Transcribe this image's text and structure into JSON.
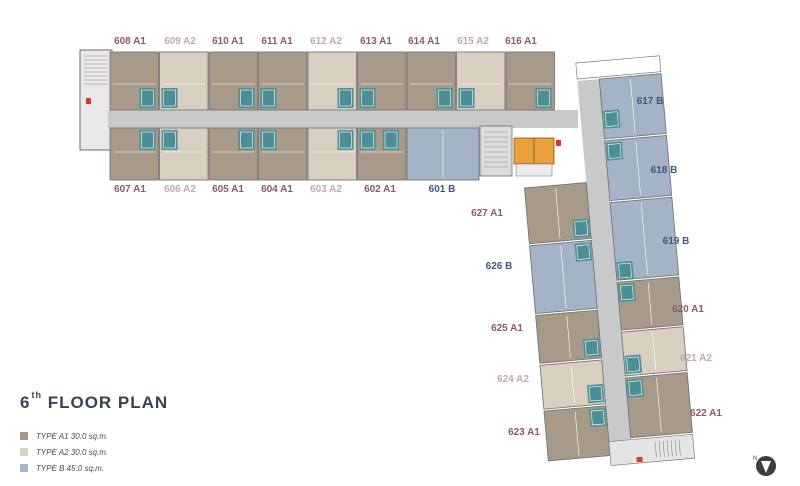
{
  "title": {
    "number": "6",
    "suffix": "th",
    "text": "FLOOR PLAN"
  },
  "colors": {
    "A1": "#a89a89",
    "A2": "#d8cfc1",
    "B": "#a4b4c6",
    "corridor": "#c8c9cb",
    "outline": "#6d6d6d",
    "bathroom": "#4c8f96",
    "lift": "#e8a13a",
    "exit": "#d9382c"
  },
  "label_colors": {
    "A1": "#8a5a6a",
    "A2": "#c2a8ad",
    "B": "#3e5a78"
  },
  "legend": [
    {
      "type": "A1",
      "label": "TYPE A1 30.0 sq.m."
    },
    {
      "type": "A2",
      "label": "TYPE A2 30.0 sq.m."
    },
    {
      "type": "B",
      "label": "TYPE  B 45.0 sq.m."
    }
  ],
  "units": [
    {
      "id": "608",
      "label": "608 A1",
      "type": "A1"
    },
    {
      "id": "609",
      "label": "609 A2",
      "type": "A2"
    },
    {
      "id": "610",
      "label": "610 A1",
      "type": "A1"
    },
    {
      "id": "611",
      "label": "611 A1",
      "type": "A1"
    },
    {
      "id": "612",
      "label": "612 A2",
      "type": "A2"
    },
    {
      "id": "613",
      "label": "613 A1",
      "type": "A1"
    },
    {
      "id": "614",
      "label": "614 A1",
      "type": "A1"
    },
    {
      "id": "615",
      "label": "615 A2",
      "type": "A2"
    },
    {
      "id": "616",
      "label": "616 A1",
      "type": "A1"
    },
    {
      "id": "607",
      "label": "607 A1",
      "type": "A1"
    },
    {
      "id": "606",
      "label": "606 A2",
      "type": "A2"
    },
    {
      "id": "605",
      "label": "605 A1",
      "type": "A1"
    },
    {
      "id": "604",
      "label": "604 A1",
      "type": "A1"
    },
    {
      "id": "603",
      "label": "603 A2",
      "type": "A2"
    },
    {
      "id": "602",
      "label": "602 A1",
      "type": "A1"
    },
    {
      "id": "601",
      "label": "601 B",
      "type": "B"
    },
    {
      "id": "617",
      "label": "617 B",
      "type": "B"
    },
    {
      "id": "618",
      "label": "618 B",
      "type": "B"
    },
    {
      "id": "619",
      "label": "619 B",
      "type": "B"
    },
    {
      "id": "620",
      "label": "620 A1",
      "type": "A1"
    },
    {
      "id": "621",
      "label": "621 A2",
      "type": "A2"
    },
    {
      "id": "622",
      "label": "622 A1",
      "type": "A1"
    },
    {
      "id": "623",
      "label": "623 A1",
      "type": "A1"
    },
    {
      "id": "624",
      "label": "624 A2",
      "type": "A2"
    },
    {
      "id": "625",
      "label": "625 A1",
      "type": "A1"
    },
    {
      "id": "626",
      "label": "626 B",
      "type": "B"
    },
    {
      "id": "627",
      "label": "627 A1",
      "type": "A1"
    }
  ]
}
